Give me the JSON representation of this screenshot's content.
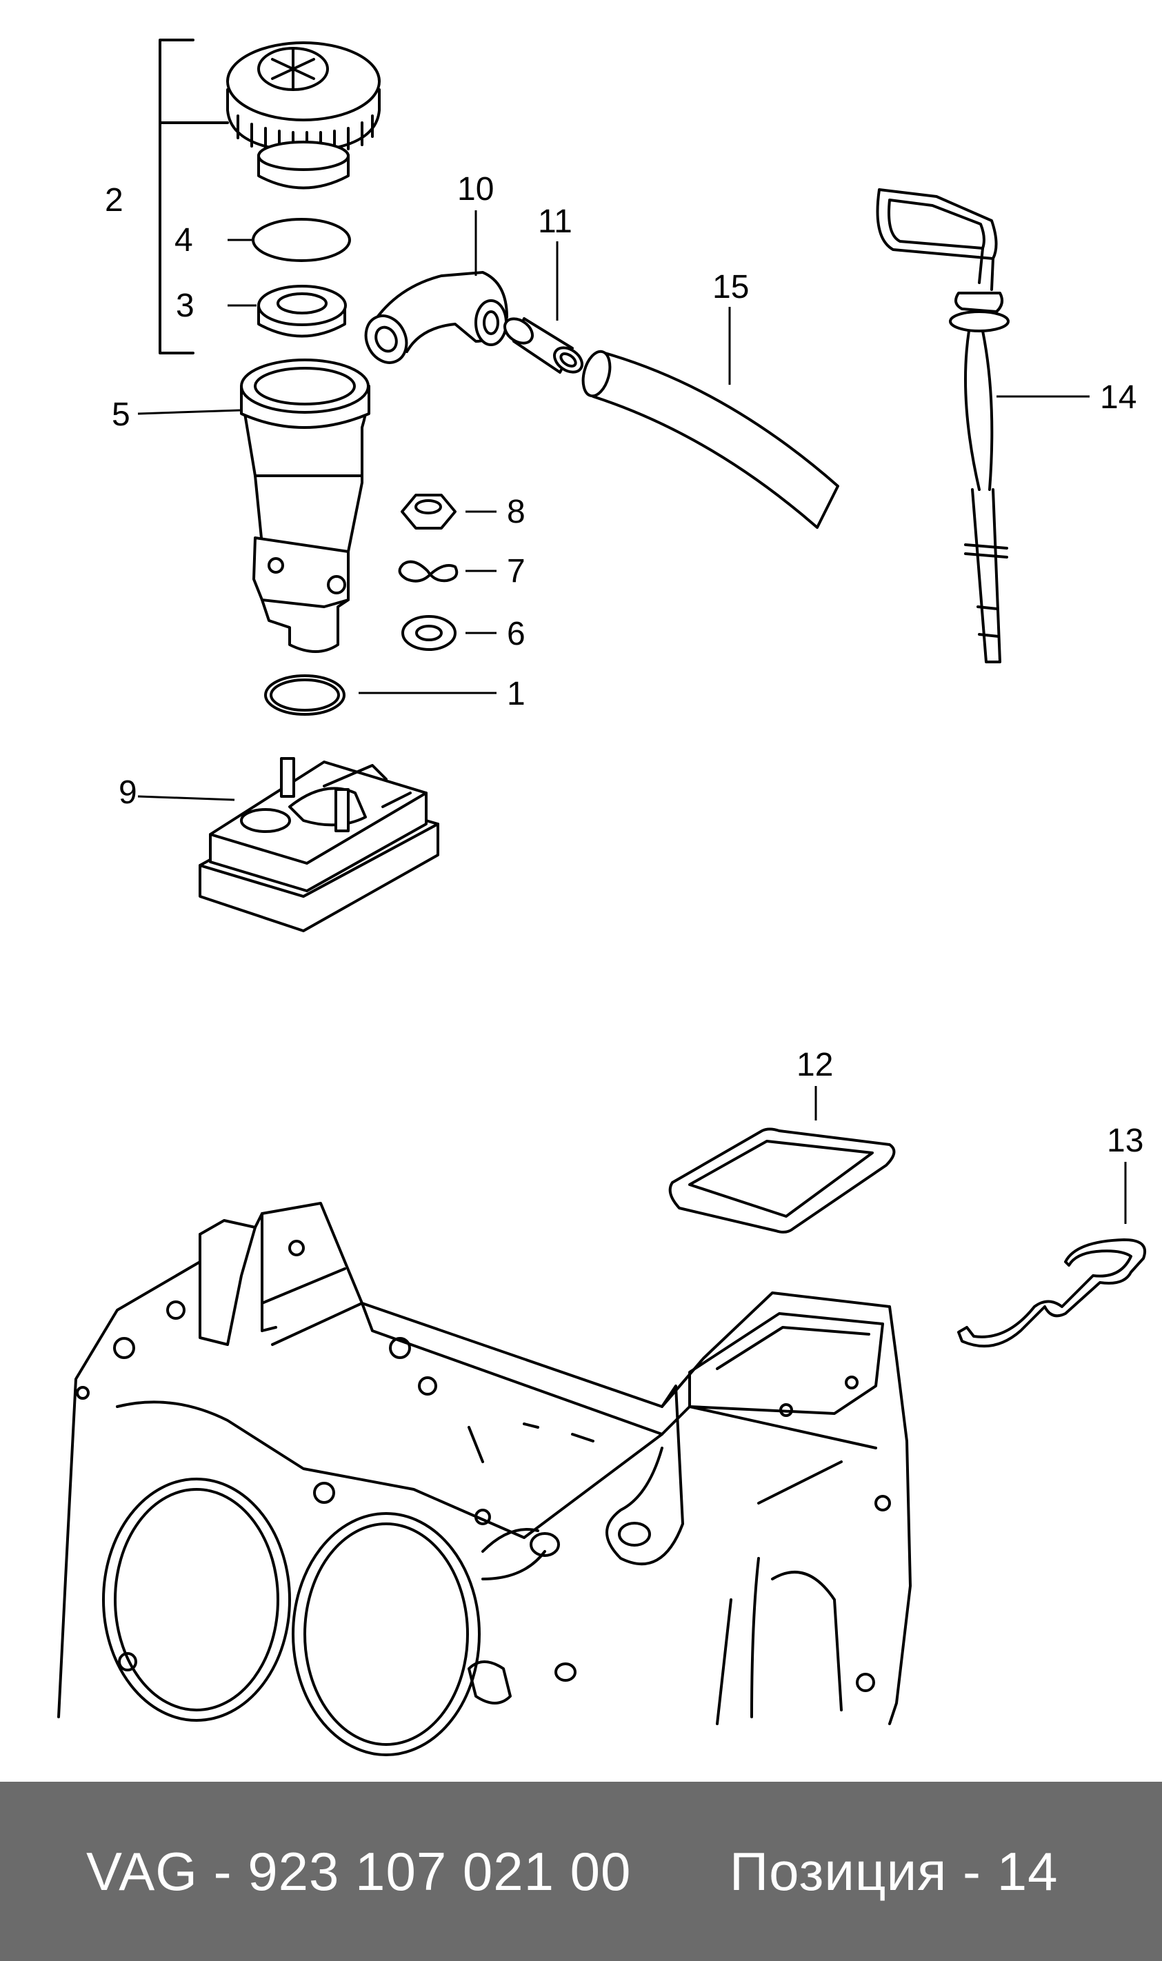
{
  "diagram": {
    "callouts": [
      {
        "id": "1",
        "label": "1"
      },
      {
        "id": "2",
        "label": "2"
      },
      {
        "id": "3",
        "label": "3"
      },
      {
        "id": "4",
        "label": "4"
      },
      {
        "id": "5",
        "label": "5"
      },
      {
        "id": "6",
        "label": "6"
      },
      {
        "id": "7",
        "label": "7"
      },
      {
        "id": "8",
        "label": "8"
      },
      {
        "id": "9",
        "label": "9"
      },
      {
        "id": "10",
        "label": "10"
      },
      {
        "id": "11",
        "label": "11"
      },
      {
        "id": "12",
        "label": "12"
      },
      {
        "id": "13",
        "label": "13"
      },
      {
        "id": "14",
        "label": "14"
      },
      {
        "id": "15",
        "label": "15"
      }
    ]
  },
  "footer": {
    "part_number": "VAG - 923 107 021 00",
    "position": "Позиция - 14"
  }
}
